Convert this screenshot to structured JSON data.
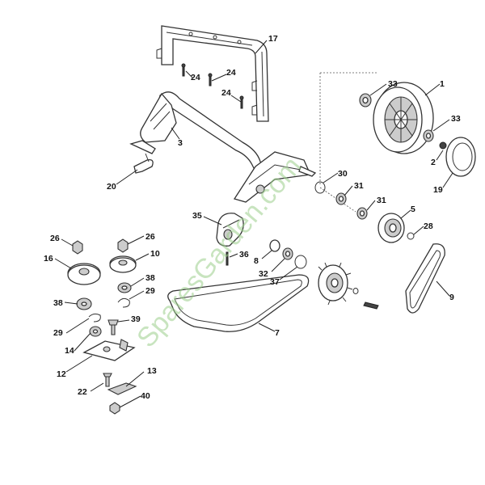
{
  "watermark": {
    "text": "SparesGarden.com",
    "color": "#9ccf8c"
  },
  "callouts": [
    {
      "id": "c17",
      "label": "17"
    },
    {
      "id": "c24a",
      "label": "24"
    },
    {
      "id": "c24b",
      "label": "24"
    },
    {
      "id": "c24c",
      "label": "24"
    },
    {
      "id": "c3",
      "label": "3"
    },
    {
      "id": "c20",
      "label": "20"
    },
    {
      "id": "c33a",
      "label": "33"
    },
    {
      "id": "c1",
      "label": "1"
    },
    {
      "id": "c33b",
      "label": "33"
    },
    {
      "id": "c2",
      "label": "2"
    },
    {
      "id": "c19",
      "label": "19"
    },
    {
      "id": "c30",
      "label": "30"
    },
    {
      "id": "c31a",
      "label": "31"
    },
    {
      "id": "c31b",
      "label": "31"
    },
    {
      "id": "c5",
      "label": "5"
    },
    {
      "id": "c28",
      "label": "28"
    },
    {
      "id": "c35",
      "label": "35"
    },
    {
      "id": "c36",
      "label": "36"
    },
    {
      "id": "c8",
      "label": "8"
    },
    {
      "id": "c32",
      "label": "32"
    },
    {
      "id": "c37",
      "label": "37"
    },
    {
      "id": "c9",
      "label": "9"
    },
    {
      "id": "c7",
      "label": "7"
    },
    {
      "id": "c26a",
      "label": "26"
    },
    {
      "id": "c26b",
      "label": "26"
    },
    {
      "id": "c16",
      "label": "16"
    },
    {
      "id": "c10",
      "label": "10"
    },
    {
      "id": "c38a",
      "label": "38"
    },
    {
      "id": "c29a",
      "label": "29"
    },
    {
      "id": "c38b",
      "label": "38"
    },
    {
      "id": "c39",
      "label": "39"
    },
    {
      "id": "c29b",
      "label": "29"
    },
    {
      "id": "c14",
      "label": "14"
    },
    {
      "id": "c12",
      "label": "12"
    },
    {
      "id": "c13",
      "label": "13"
    },
    {
      "id": "c22",
      "label": "22"
    },
    {
      "id": "c40",
      "label": "40"
    }
  ]
}
